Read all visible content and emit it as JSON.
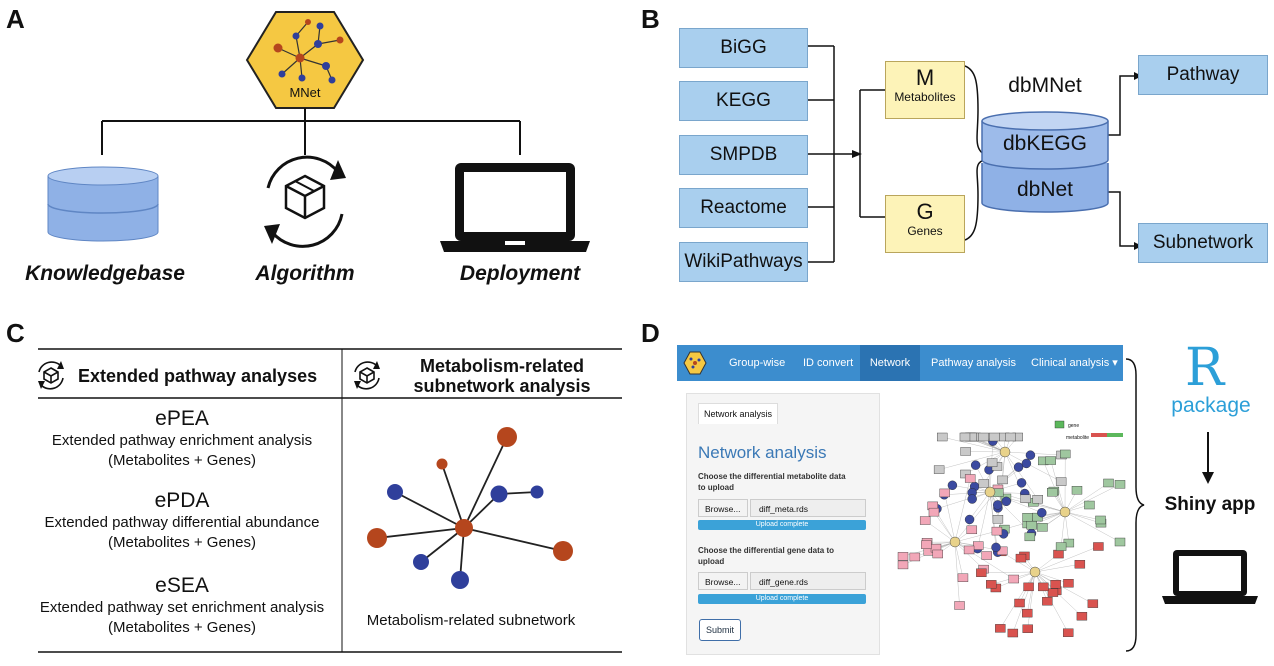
{
  "panels": {
    "a": "A",
    "b": "B",
    "c": "C",
    "d": "D"
  },
  "panel_a": {
    "hub_label": "MNet",
    "items": [
      "Knowledgebase",
      "Algorithm",
      "Deployment"
    ]
  },
  "panel_b": {
    "sources": [
      "BiGG",
      "KEGG",
      "SMPDB",
      "Reactome",
      "WikiPathways"
    ],
    "metabolites_letter": "M",
    "metabolites_label": "Metabolites",
    "genes_letter": "G",
    "genes_label": "Genes",
    "db_title": "dbMNet",
    "db_top": "dbKEGG",
    "db_bottom": "dbNet",
    "outputs": [
      "Pathway",
      "Subnetwork"
    ]
  },
  "panel_c": {
    "col1_header": "Extended pathway analyses",
    "col2_header_line1": "Metabolism-related",
    "col2_header_line2": "subnetwork analysis",
    "methods": [
      {
        "abbr": "ePEA",
        "name": "Extended pathway enrichment analysis",
        "input": "(Metabolites + Genes)"
      },
      {
        "abbr": "ePDA",
        "name": "Extended pathway differential abundance",
        "input": "(Metabolites + Genes)"
      },
      {
        "abbr": "eSEA",
        "name": "Extended pathway set enrichment analysis",
        "input": "(Metabolites + Genes)"
      }
    ],
    "network_caption": "Metabolism-related subnetwork"
  },
  "panel_d": {
    "nav": [
      "Group-wise",
      "ID convert",
      "Network",
      "Pathway analysis",
      "Clinical analysis ▾"
    ],
    "tab": "Network analysis",
    "heading": "Network analysis",
    "metabolite_label_line1": "Choose the differential metabolite data",
    "metabolite_label_line2": "to upload",
    "gene_label_line1": "Choose the differential gene data to",
    "gene_label_line2": "upload",
    "browse": "Browse...",
    "file1": "diff_meta.rds",
    "file2": "diff_gene.rds",
    "upload_status": "Upload complete",
    "submit": "Submit",
    "legend_gene": "gene",
    "legend_metabolite": "metabolite",
    "r_letter": "R",
    "r_package": "package",
    "shiny": "Shiny app"
  },
  "colors": {
    "hexagon": "#f5c842",
    "box_blue": "#a9cfee",
    "box_yellow": "#fdf3b8",
    "db_blue": "#8fb1e6",
    "node_red": "#b5461d",
    "node_blue": "#2f3f9b",
    "navbar": "#3c8dce",
    "r_blue": "#2c9fd8"
  }
}
